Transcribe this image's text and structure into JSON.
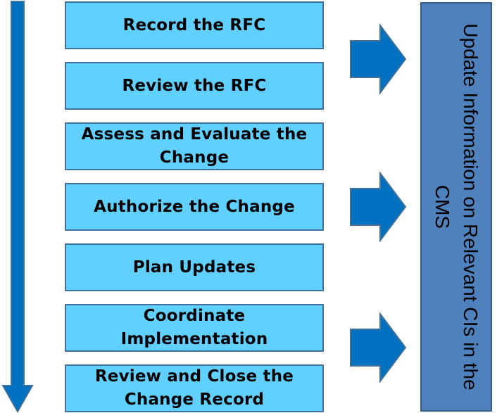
{
  "steps": [
    {
      "label": "Record the RFC"
    },
    {
      "label": "Review the RFC"
    },
    {
      "label": "Assess and Evaluate the Change"
    },
    {
      "label": "Authorize the Change"
    },
    {
      "label": "Plan Updates"
    },
    {
      "label": "Coordinate Implementation"
    },
    {
      "label": "Review and Close the Change Record"
    }
  ],
  "cms_box": {
    "text": "Update Information on Relevant CIs in the CMS"
  },
  "colors": {
    "step_fill": "#5fd0ff",
    "step_border": "#41719c",
    "arrow_fill": "#0070c0",
    "arrow_border": "#41719c",
    "cms_fill": "#4f81bd",
    "cms_border": "#385d8a"
  }
}
